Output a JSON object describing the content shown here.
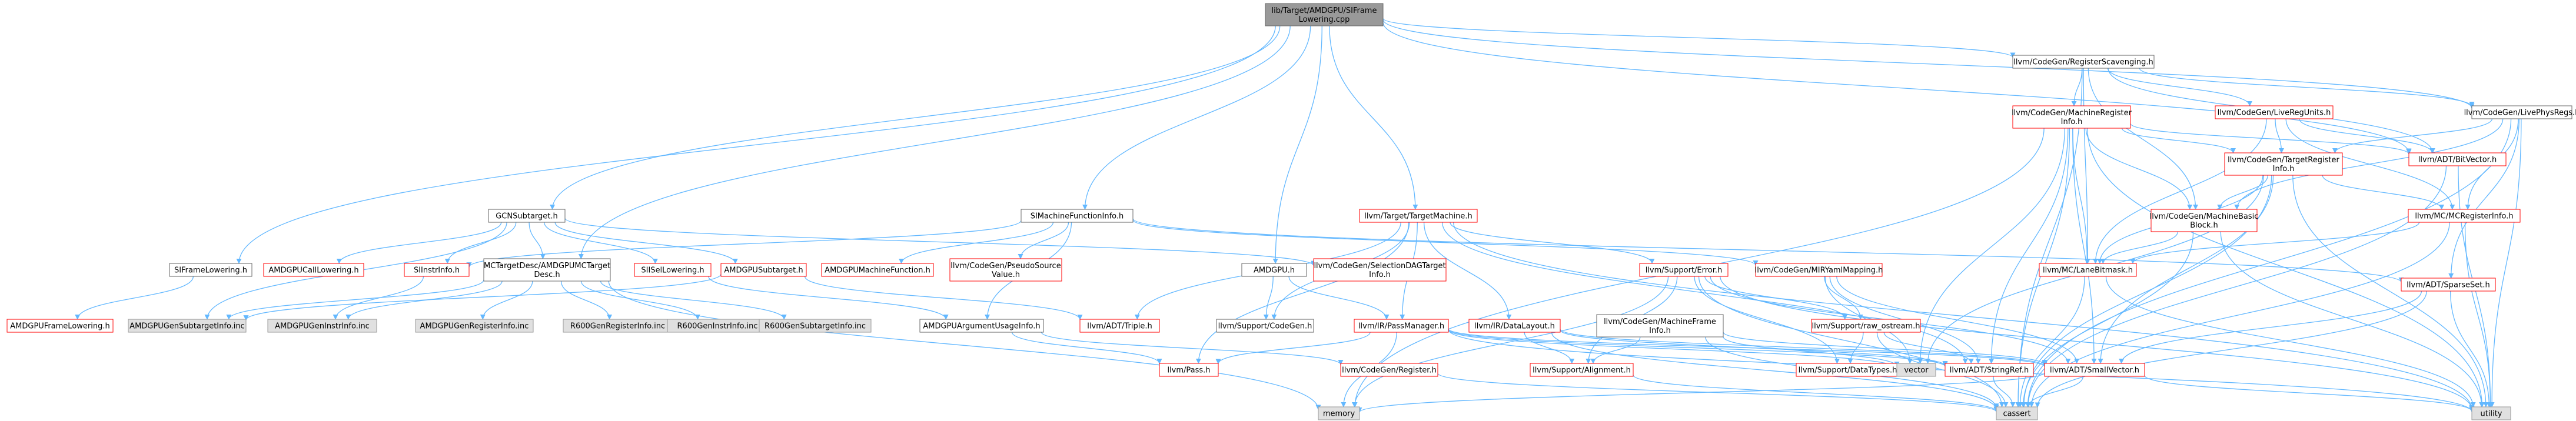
{
  "nodes": [
    {
      "id": "root",
      "label": [
        "lib/Target/AMDGPU/SIFrame",
        "Lowering.cpp"
      ],
      "style": "root"
    },
    {
      "id": "regscav",
      "label": [
        "llvm/CodeGen/RegisterScavenging.h"
      ],
      "style": "normal"
    },
    {
      "id": "mri",
      "label": [
        "llvm/CodeGen/MachineRegister",
        "Info.h"
      ],
      "style": "red"
    },
    {
      "id": "lru",
      "label": [
        "llvm/CodeGen/LiveRegUnits.h"
      ],
      "style": "red"
    },
    {
      "id": "lpr",
      "label": [
        "llvm/CodeGen/LivePhysRegs.h"
      ],
      "style": "normal"
    },
    {
      "id": "tri",
      "label": [
        "llvm/CodeGen/TargetRegister",
        "Info.h"
      ],
      "style": "red"
    },
    {
      "id": "bitvec",
      "label": [
        "llvm/ADT/BitVector.h"
      ],
      "style": "red"
    },
    {
      "id": "mcri",
      "label": [
        "llvm/MC/MCRegisterInfo.h"
      ],
      "style": "red"
    },
    {
      "id": "mbb",
      "label": [
        "llvm/CodeGen/MachineBasic",
        "Block.h"
      ],
      "style": "red"
    },
    {
      "id": "lanebm",
      "label": [
        "llvm/MC/LaneBitmask.h"
      ],
      "style": "red"
    },
    {
      "id": "sparseset",
      "label": [
        "llvm/ADT/SparseSet.h"
      ],
      "style": "red"
    },
    {
      "id": "gcnst",
      "label": [
        "GCNSubtarget.h"
      ],
      "style": "normal"
    },
    {
      "id": "simfi",
      "label": [
        "SIMachineFunctionInfo.h"
      ],
      "style": "normal"
    },
    {
      "id": "tm",
      "label": [
        "llvm/Target/TargetMachine.h"
      ],
      "style": "red"
    },
    {
      "id": "amdgpuh",
      "label": [
        "AMDGPU.h"
      ],
      "style": "normal"
    },
    {
      "id": "sifl",
      "label": [
        "SIFrameLowering.h"
      ],
      "style": "normal"
    },
    {
      "id": "amdgpufl",
      "label": [
        "AMDGPUFrameLowering.h"
      ],
      "style": "red"
    },
    {
      "id": "amdgpucl",
      "label": [
        "AMDGPUCallLowering.h"
      ],
      "style": "red"
    },
    {
      "id": "mctd",
      "label": [
        "MCTargetDesc/AMDGPUMCTarget",
        "Desc.h"
      ],
      "style": "normal"
    },
    {
      "id": "siinstr",
      "label": [
        "SIInstrInfo.h"
      ],
      "style": "red"
    },
    {
      "id": "siisel",
      "label": [
        "SIISelLowering.h"
      ],
      "style": "red"
    },
    {
      "id": "amdgpust",
      "label": [
        "AMDGPUSubtarget.h"
      ],
      "style": "red"
    },
    {
      "id": "amdgpumf",
      "label": [
        "AMDGPUMachineFunction.h"
      ],
      "style": "red"
    },
    {
      "id": "pseudo",
      "label": [
        "llvm/CodeGen/PseudoSource",
        "Value.h"
      ],
      "style": "red"
    },
    {
      "id": "seldag",
      "label": [
        "llvm/CodeGen/SelectionDAGTarget",
        "Info.h"
      ],
      "style": "red"
    },
    {
      "id": "amdgpuai",
      "label": [
        "AMDGPUArgumentUsageInfo.h"
      ],
      "style": "normal"
    },
    {
      "id": "triple",
      "label": [
        "llvm/ADT/Triple.h"
      ],
      "style": "red"
    },
    {
      "id": "passmgr",
      "label": [
        "llvm/IR/PassManager.h"
      ],
      "style": "red"
    },
    {
      "id": "datalayout",
      "label": [
        "llvm/IR/DataLayout.h"
      ],
      "style": "red"
    },
    {
      "id": "supcg",
      "label": [
        "llvm/Support/CodeGen.h"
      ],
      "style": "normal"
    },
    {
      "id": "error",
      "label": [
        "llvm/Support/Error.h"
      ],
      "style": "red"
    },
    {
      "id": "mirymap",
      "label": [
        "llvm/CodeGen/MIRYamlMapping.h"
      ],
      "style": "red"
    },
    {
      "id": "mfi",
      "label": [
        "llvm/CodeGen/MachineFrame",
        "Info.h"
      ],
      "style": "normal"
    },
    {
      "id": "rawos",
      "label": [
        "llvm/Support/raw_ostream.h"
      ],
      "style": "red"
    },
    {
      "id": "pass",
      "label": [
        "llvm/Pass.h"
      ],
      "style": "red"
    },
    {
      "id": "cgreg",
      "label": [
        "llvm/CodeGen/Register.h"
      ],
      "style": "red"
    },
    {
      "id": "align",
      "label": [
        "llvm/Support/Alignment.h"
      ],
      "style": "red"
    },
    {
      "id": "datatypes",
      "label": [
        "llvm/Support/DataTypes.h"
      ],
      "style": "red"
    },
    {
      "id": "strref",
      "label": [
        "llvm/ADT/StringRef.h"
      ],
      "style": "red"
    },
    {
      "id": "smallvec",
      "label": [
        "llvm/ADT/SmallVector.h"
      ],
      "style": "red"
    },
    {
      "id": "amdgpusubinc",
      "label": [
        "AMDGPUGenSubtargetInfo.inc"
      ],
      "style": "gray"
    },
    {
      "id": "amdgpuinstinc",
      "label": [
        "AMDGPUGenInstrInfo.inc"
      ],
      "style": "gray"
    },
    {
      "id": "amdgpureginc",
      "label": [
        "AMDGPUGenRegisterInfo.inc"
      ],
      "style": "gray"
    },
    {
      "id": "r600reginc",
      "label": [
        "R600GenRegisterInfo.inc"
      ],
      "style": "gray"
    },
    {
      "id": "r600instinc",
      "label": [
        "R600GenInstrInfo.inc"
      ],
      "style": "gray"
    },
    {
      "id": "r600subinc",
      "label": [
        "R600GenSubtargetInfo.inc"
      ],
      "style": "gray"
    },
    {
      "id": "vector",
      "label": [
        "vector"
      ],
      "style": "gray"
    },
    {
      "id": "memory",
      "label": [
        "memory"
      ],
      "style": "gray"
    },
    {
      "id": "cassert",
      "label": [
        "cassert"
      ],
      "style": "gray"
    },
    {
      "id": "utility",
      "label": [
        "utility"
      ],
      "style": "gray"
    }
  ],
  "edges": [
    [
      "root",
      "regscav"
    ],
    [
      "root",
      "lpr"
    ],
    [
      "root",
      "gcnst"
    ],
    [
      "root",
      "simfi"
    ],
    [
      "root",
      "tm"
    ],
    [
      "root",
      "amdgpuh"
    ],
    [
      "root",
      "sifl"
    ],
    [
      "root",
      "mctd"
    ],
    [
      "root",
      "bitvec"
    ],
    [
      "regscav",
      "mri"
    ],
    [
      "regscav",
      "lru"
    ],
    [
      "regscav",
      "lpr"
    ],
    [
      "regscav",
      "mbb"
    ],
    [
      "regscav",
      "lanebm"
    ],
    [
      "regscav",
      "cassert"
    ],
    [
      "regscav",
      "bitvec"
    ],
    [
      "mri",
      "tri"
    ],
    [
      "mri",
      "mbb"
    ],
    [
      "mri",
      "bitvec"
    ],
    [
      "mri",
      "lanebm"
    ],
    [
      "mri",
      "memory"
    ],
    [
      "mri",
      "vector"
    ],
    [
      "mri",
      "smallvec"
    ],
    [
      "mri",
      "strref"
    ],
    [
      "mri",
      "cassert"
    ],
    [
      "mri",
      "utility"
    ],
    [
      "lru",
      "tri"
    ],
    [
      "lru",
      "mcri"
    ],
    [
      "lru",
      "bitvec"
    ],
    [
      "lru",
      "lanebm"
    ],
    [
      "lpr",
      "tri"
    ],
    [
      "lpr",
      "mcri"
    ],
    [
      "lpr",
      "mbb"
    ],
    [
      "lpr",
      "sparseset"
    ],
    [
      "lpr",
      "cassert"
    ],
    [
      "lpr",
      "utility"
    ],
    [
      "tri",
      "mcri"
    ],
    [
      "tri",
      "mbb"
    ],
    [
      "tri",
      "lanebm"
    ],
    [
      "tri",
      "smallvec"
    ],
    [
      "tri",
      "cassert"
    ],
    [
      "tri",
      "utility"
    ],
    [
      "tri",
      "vector"
    ],
    [
      "mcri",
      "lanebm"
    ],
    [
      "mcri",
      "cassert"
    ],
    [
      "mcri",
      "utility"
    ],
    [
      "mbb",
      "lanebm"
    ],
    [
      "mbb",
      "cassert"
    ],
    [
      "mbb",
      "utility"
    ],
    [
      "lanebm",
      "cassert"
    ],
    [
      "lanebm",
      "utility"
    ],
    [
      "bitvec",
      "cassert"
    ],
    [
      "bitvec",
      "utility"
    ],
    [
      "sparseset",
      "smallvec"
    ],
    [
      "sparseset",
      "cassert"
    ],
    [
      "sparseset",
      "utility"
    ],
    [
      "gcnst",
      "amdgpucl"
    ],
    [
      "gcnst",
      "mctd"
    ],
    [
      "gcnst",
      "siinstr"
    ],
    [
      "gcnst",
      "siisel"
    ],
    [
      "gcnst",
      "amdgpust"
    ],
    [
      "gcnst",
      "amdgpusubinc"
    ],
    [
      "gcnst",
      "seldag"
    ],
    [
      "simfi",
      "amdgpumf"
    ],
    [
      "simfi",
      "pseudo"
    ],
    [
      "simfi",
      "siinstr"
    ],
    [
      "simfi",
      "amdgpuai"
    ],
    [
      "simfi",
      "mirymap"
    ],
    [
      "simfi",
      "sparseset"
    ],
    [
      "tm",
      "passmgr"
    ],
    [
      "tm",
      "datalayout"
    ],
    [
      "tm",
      "error"
    ],
    [
      "tm",
      "supcg"
    ],
    [
      "tm",
      "triple"
    ],
    [
      "tm",
      "pass"
    ],
    [
      "tm",
      "strref"
    ],
    [
      "tm",
      "utility"
    ],
    [
      "amdgpuh",
      "supcg"
    ],
    [
      "amdgpuh",
      "passmgr"
    ],
    [
      "sifl",
      "amdgpufl"
    ],
    [
      "mctd",
      "amdgpusubinc"
    ],
    [
      "mctd",
      "amdgpuinstinc"
    ],
    [
      "mctd",
      "amdgpureginc"
    ],
    [
      "mctd",
      "r600reginc"
    ],
    [
      "mctd",
      "r600instinc"
    ],
    [
      "mctd",
      "r600subinc"
    ],
    [
      "mctd",
      "memory"
    ],
    [
      "siinstr",
      "amdgpuinstinc"
    ],
    [
      "siisel",
      "amdgpuai"
    ],
    [
      "amdgpust",
      "triple"
    ],
    [
      "amdgpust",
      "amdgpusubinc"
    ],
    [
      "amdgpuai",
      "cgreg"
    ],
    [
      "amdgpuai",
      "pass"
    ],
    [
      "passmgr",
      "pass"
    ],
    [
      "passmgr",
      "smallvec"
    ],
    [
      "passmgr",
      "strref"
    ],
    [
      "passmgr",
      "memory"
    ],
    [
      "passmgr",
      "vector"
    ],
    [
      "passmgr",
      "utility"
    ],
    [
      "datalayout",
      "align"
    ],
    [
      "datalayout",
      "smallvec"
    ],
    [
      "datalayout",
      "strref"
    ],
    [
      "datalayout",
      "cassert"
    ],
    [
      "error",
      "rawos"
    ],
    [
      "error",
      "smallvec"
    ],
    [
      "error",
      "align"
    ],
    [
      "error",
      "datatypes"
    ],
    [
      "error",
      "cassert"
    ],
    [
      "error",
      "memory"
    ],
    [
      "error",
      "utility"
    ],
    [
      "mirymap",
      "rawos"
    ],
    [
      "mirymap",
      "smallvec"
    ],
    [
      "mirymap",
      "strref"
    ],
    [
      "mirymap",
      "vector"
    ],
    [
      "mfi",
      "align"
    ],
    [
      "mfi",
      "smallvec"
    ],
    [
      "mfi",
      "cassert"
    ],
    [
      "mfi",
      "vector"
    ],
    [
      "rawos",
      "strref"
    ],
    [
      "rawos",
      "datatypes"
    ],
    [
      "rawos",
      "cassert"
    ],
    [
      "cgreg",
      "cassert"
    ],
    [
      "align",
      "cassert"
    ],
    [
      "strref",
      "cassert"
    ],
    [
      "smallvec",
      "cassert"
    ],
    [
      "smallvec",
      "utility"
    ],
    [
      "smallvec",
      "memory"
    ]
  ]
}
